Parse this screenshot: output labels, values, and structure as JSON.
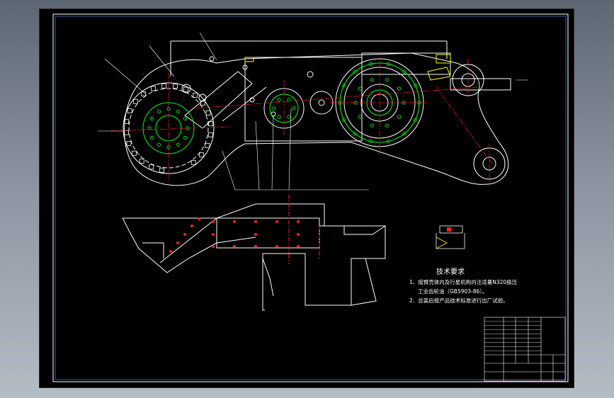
{
  "notes": {
    "title": "技术要求",
    "line1": "1、摇臂壳体内及行星机构内注适量N320极压",
    "line2": "工业齿轮油（GB5903-86）。",
    "line3": "2、总装后按产品技术标准进行出厂试验。"
  },
  "colors": {
    "sheet": "#000000",
    "line": "#ffffff",
    "green": "#00ff00",
    "red": "#ff2020",
    "yellow": "#ffff00",
    "frame_blue": "#3a78d8"
  }
}
